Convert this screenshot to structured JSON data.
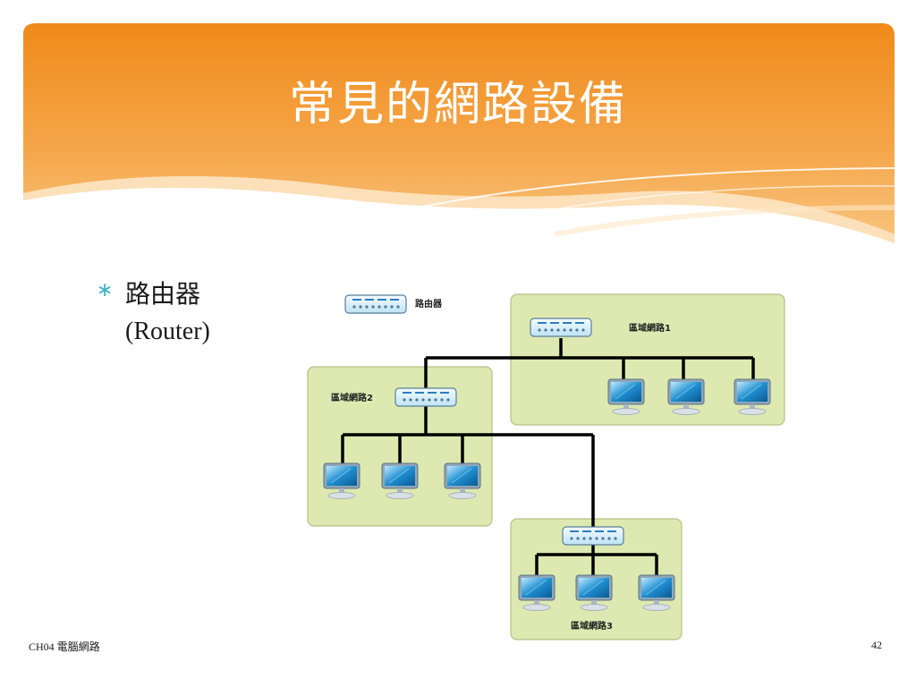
{
  "slide": {
    "title": "常見的網路設備",
    "bullet_mark": "∗",
    "bullet_line1": "路由器",
    "bullet_line2": "(Router)"
  },
  "diagram": {
    "legend_label": "路由器",
    "network1_label": "區域網路1",
    "network2_label": "區域網路2",
    "network3_label": "區域網路3"
  },
  "footer": {
    "chapter": "CH04 電腦網路",
    "page_number": "42"
  },
  "colors": {
    "header_orange": "#f28c1c",
    "network_box": "#dde9b0",
    "bullet_accent": "#3fb1c8"
  }
}
